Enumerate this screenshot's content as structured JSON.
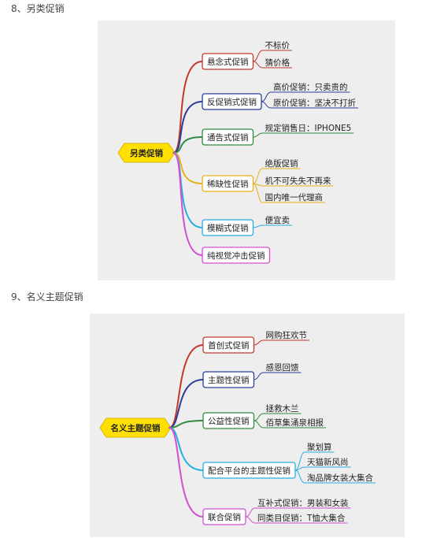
{
  "section1": {
    "title": "8、另类促销",
    "center": "另类促销",
    "branches": [
      {
        "label": "悬念式促销",
        "color": "#c0392b",
        "children": [
          "不标价",
          "猜价格"
        ]
      },
      {
        "label": "反促销式促销",
        "color": "#2c3e99",
        "children": [
          "高价促销：只卖贵的",
          "原价促销：坚决不打折"
        ]
      },
      {
        "label": "通告式促销",
        "color": "#2e8b3e",
        "children": [
          "规定销售日：IPHONE5"
        ]
      },
      {
        "label": "稀缺性促销",
        "color": "#e8b21a",
        "children": [
          "绝版促销",
          "机不可失失不再来",
          "国内唯一代理商"
        ]
      },
      {
        "label": "模糊式促销",
        "color": "#29aee0",
        "children": [
          "便宜卖"
        ]
      },
      {
        "label": "纯视觉冲击促销",
        "color": "#d24fd2",
        "children": []
      }
    ]
  },
  "section2": {
    "title": "9、名义主题促销",
    "center": "名义主题促销",
    "branches": [
      {
        "label": "首创式促销",
        "color": "#c0392b",
        "children": [
          "网购狂欢节"
        ]
      },
      {
        "label": "主题性促销",
        "color": "#2c3e99",
        "children": [
          "感恩回馈"
        ]
      },
      {
        "label": "公益性促销",
        "color": "#2e8b3e",
        "children": [
          "拯救木兰",
          "佰草集涌泉相报"
        ]
      },
      {
        "label": "配合平台的主题性促销",
        "color": "#29aee0",
        "children": [
          "聚划算",
          "天猫新风尚",
          "淘品牌女装大集合"
        ]
      },
      {
        "label": "联合促销",
        "color": "#d24fd2",
        "children": [
          "互补式促销：男装和女装",
          "同类目促销：T恤大集合"
        ]
      }
    ]
  }
}
